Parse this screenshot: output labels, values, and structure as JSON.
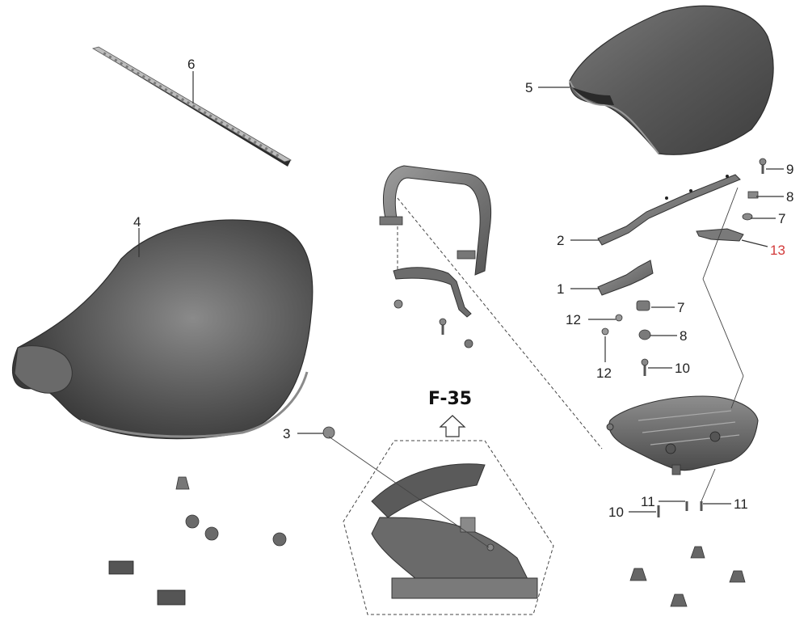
{
  "diagram": {
    "callouts": {
      "c1": "1",
      "c2": "2",
      "c3": "3",
      "c4": "4",
      "c5": "5",
      "c6": "6",
      "c7a": "7",
      "c7b": "7",
      "c8a": "8",
      "c8b": "8",
      "c9": "9",
      "c10a": "10",
      "c10b": "10",
      "c11a": "11",
      "c11b": "11",
      "c12a": "12",
      "c12b": "12",
      "c13": "13"
    },
    "reference": "F-35",
    "colors": {
      "part_dark": "#4a4a4a",
      "part_light": "#9a9a9a",
      "callout_highlight": "#d23a3a"
    }
  }
}
